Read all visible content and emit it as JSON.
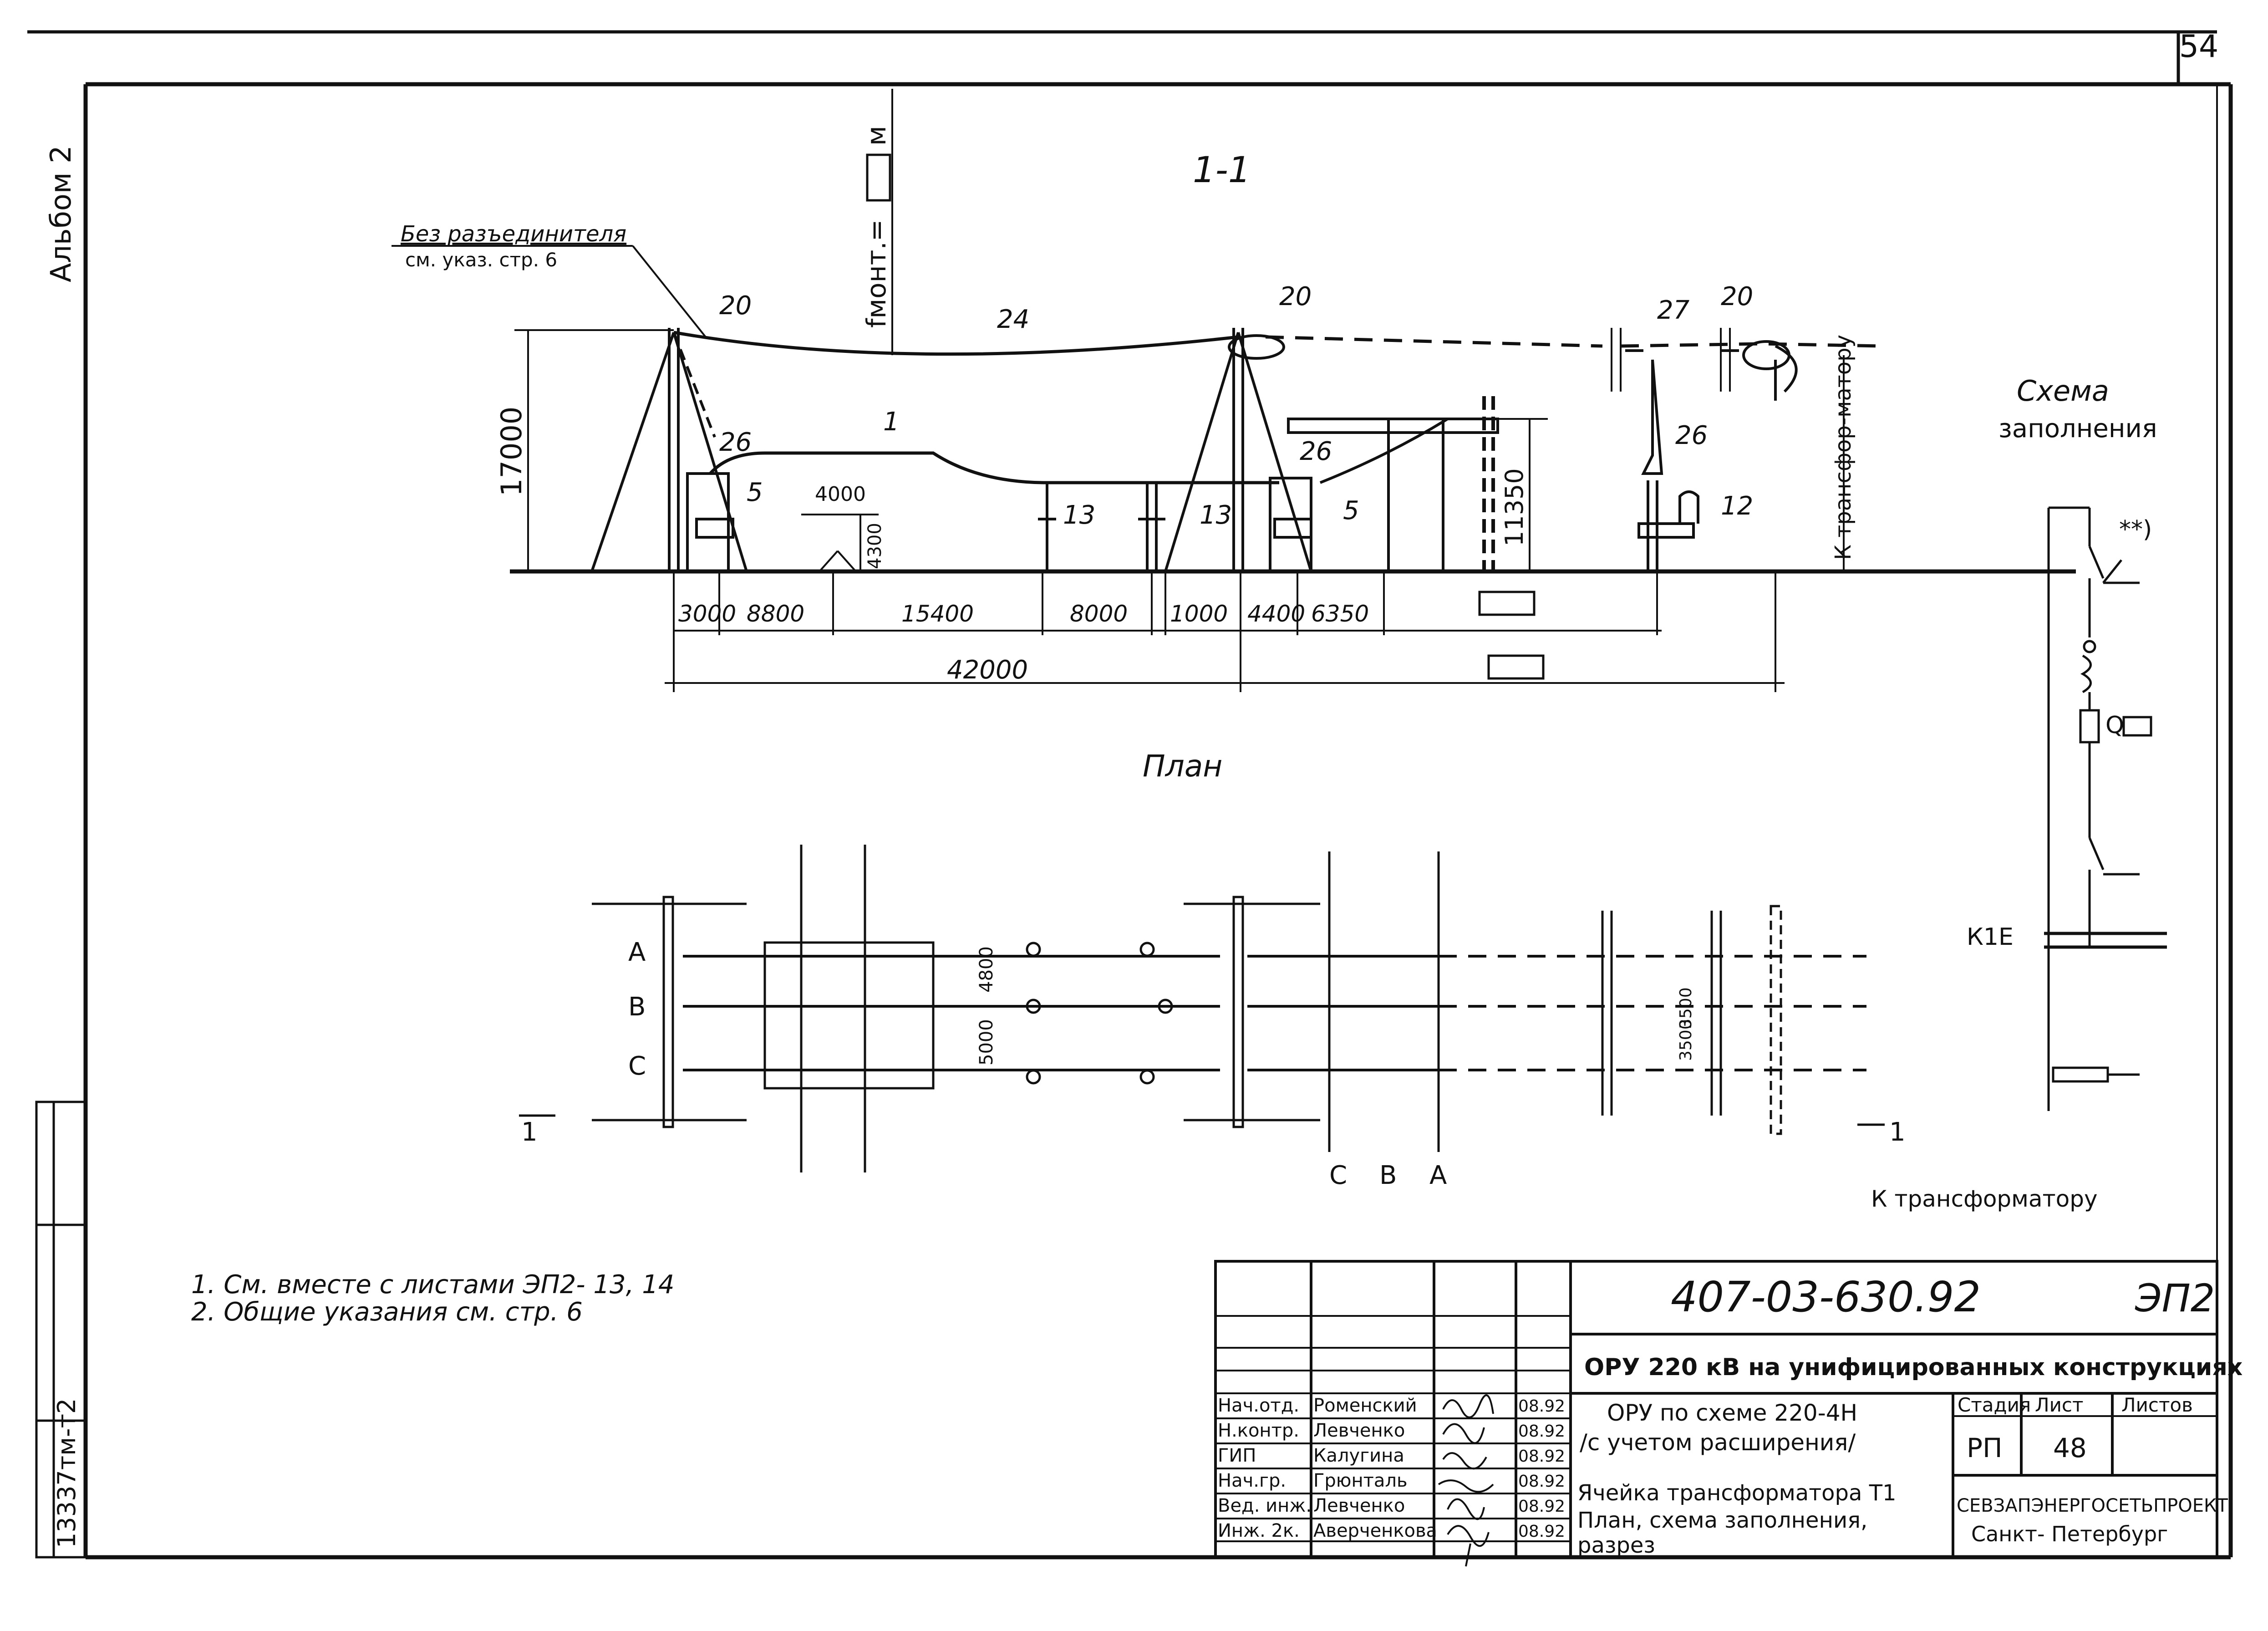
{
  "sheet_number": "54",
  "album_label": "Альбом 2",
  "side_code": "13337тм-т2",
  "section": {
    "title": "1-1",
    "f_mont_label": "fмонт.=",
    "f_mont_unit": "м",
    "no_disconnector_note": "Без разъединителя",
    "see_note": "см. указ. стр. 6",
    "height_dim": "17000",
    "busbar_height_dim": "11350",
    "dim_4000": "4000",
    "dim_4300": "4300",
    "to_transformer_vertical": "К трансфор-матору",
    "callouts": [
      "20",
      "24",
      "1",
      "26",
      "5",
      "13",
      "13",
      "20",
      "26",
      "5",
      "27",
      "20",
      "26",
      "12"
    ],
    "bottom_dims": [
      "3000",
      "8800",
      "15400",
      "8000",
      "1000",
      "4400",
      "6350"
    ],
    "total_dim": "42000"
  },
  "plan": {
    "title": "План",
    "phases_left": [
      "А",
      "В",
      "С"
    ],
    "phases_bottom": [
      "С",
      "В",
      "А"
    ],
    "dim_4800": "4800",
    "dim_5000": "5000",
    "dim_3500a": "3500",
    "dim_3500b": "3500",
    "section_mark_left": "1",
    "section_mark_right": "1",
    "to_transformer": "К трансформатору"
  },
  "scheme": {
    "title_line1": "Схема",
    "title_line2": "заполнения",
    "mark_stars": "**)",
    "breaker_label": "Q",
    "bus_label": "К1Е"
  },
  "notes": [
    "1. См. вместе с листами ЭП2- 13, 14",
    "2. Общие указания см. стр. 6"
  ],
  "title_block": {
    "doc_code": "407-03-630.92",
    "sheet_code": "ЭП2",
    "project_title": "ОРУ 220 кВ на унифицированных конструкциях",
    "object_line1": "ОРУ по схеме 220-4Н",
    "object_line2": "/с учетом расширения/",
    "drawing_line1": "Ячейка трансформатора Т1",
    "drawing_line2": "План, схема заполнения,",
    "drawing_line3": "разрез",
    "stage_header": "Стадия",
    "sheet_header": "Лист",
    "sheets_header": "Листов",
    "stage_value": "РП",
    "sheet_value": "48",
    "sheets_value": "",
    "organization_line1": "СЕВЗАПЭНЕРГОСЕТЬПРОЕКТ",
    "organization_line2": "Санкт- Петербург",
    "staff": [
      {
        "role": "Нач.отд.",
        "name": "Роменский",
        "date": "08.92"
      },
      {
        "role": "Н.контр.",
        "name": "Левченко",
        "date": "08.92"
      },
      {
        "role": "ГИП",
        "name": "Калугина",
        "date": "08.92"
      },
      {
        "role": "Нач.гр.",
        "name": "Грюнталь",
        "date": "08.92"
      },
      {
        "role": "Вед. инж.",
        "name": "Левченко",
        "date": "08.92"
      },
      {
        "role": "Инж. 2к.",
        "name": "Аверченкова",
        "date": "08.92"
      }
    ]
  }
}
